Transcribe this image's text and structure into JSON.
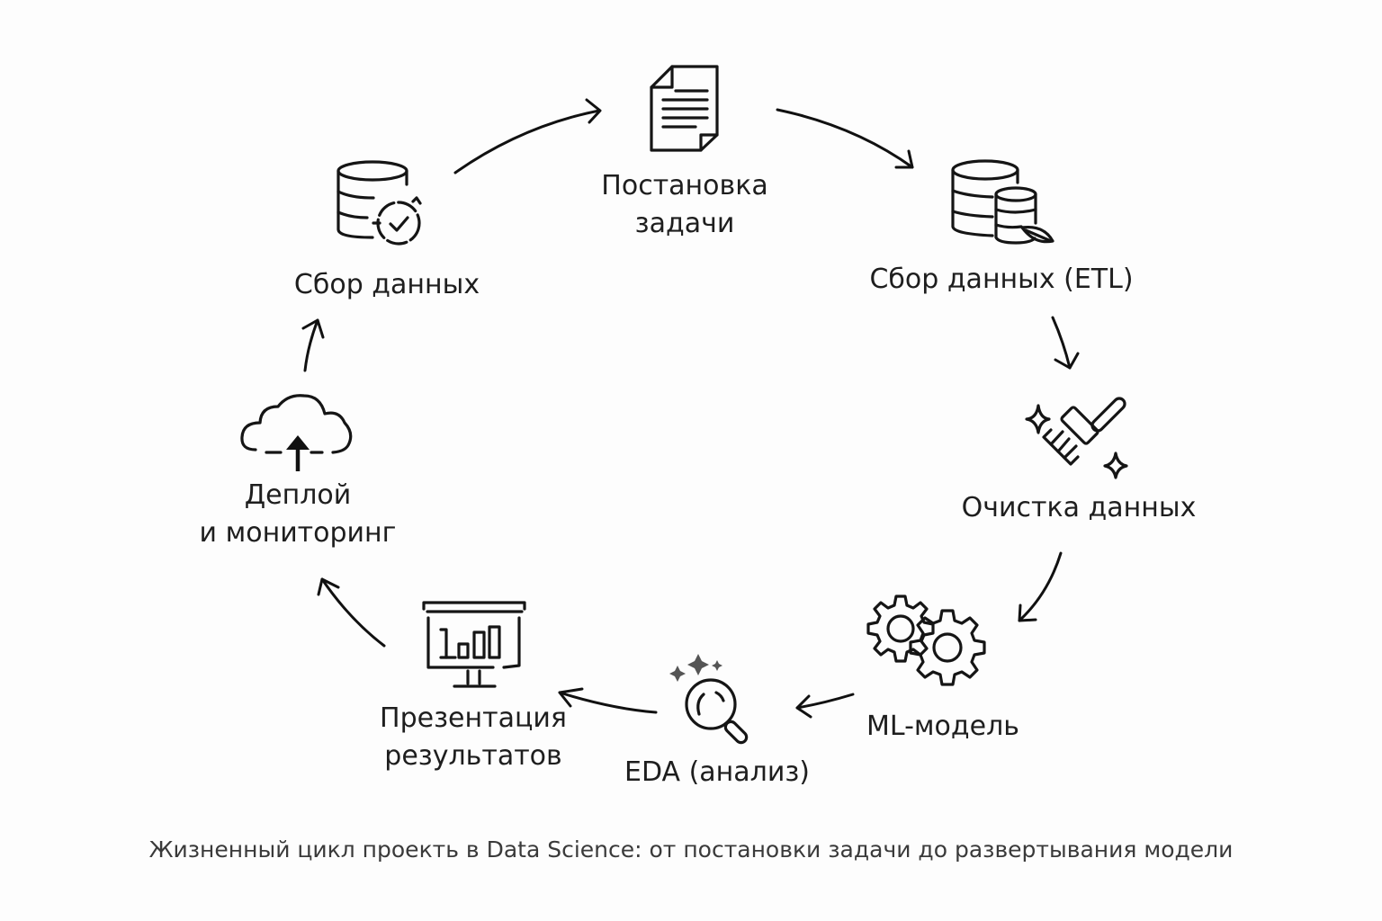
{
  "diagram": {
    "type": "cycle",
    "nodes": [
      {
        "id": "problem",
        "icon": "document-icon",
        "lines": [
          "Постановка",
          "задачи"
        ]
      },
      {
        "id": "etl",
        "icon": "databases-icon",
        "lines": [
          "Сбор данных (ETL)"
        ]
      },
      {
        "id": "cleaning",
        "icon": "broom-icon",
        "lines": [
          "Очистка данных"
        ]
      },
      {
        "id": "ml",
        "icon": "gears-icon",
        "lines": [
          "ML-модель"
        ]
      },
      {
        "id": "eda",
        "icon": "magnifier-icon",
        "lines": [
          "EDA (анализ)"
        ]
      },
      {
        "id": "presentation",
        "icon": "presentation-board-icon",
        "lines": [
          "Презентация",
          "результатов"
        ]
      },
      {
        "id": "deploy",
        "icon": "cloud-upload-icon",
        "lines": [
          "Деплой",
          "и мониторинг"
        ]
      },
      {
        "id": "collect",
        "icon": "database-clock-icon",
        "lines": [
          "Сбор данных"
        ]
      }
    ],
    "edges": [
      {
        "from": "collect",
        "to": "problem"
      },
      {
        "from": "problem",
        "to": "etl"
      },
      {
        "from": "etl",
        "to": "cleaning"
      },
      {
        "from": "cleaning",
        "to": "ml"
      },
      {
        "from": "ml",
        "to": "eda"
      },
      {
        "from": "eda",
        "to": "presentation"
      },
      {
        "from": "presentation",
        "to": "deploy"
      },
      {
        "from": "deploy",
        "to": "collect"
      }
    ]
  },
  "caption": "Жизненный цикл проекть в Data Science: от постановки задачи до развертывания модели"
}
